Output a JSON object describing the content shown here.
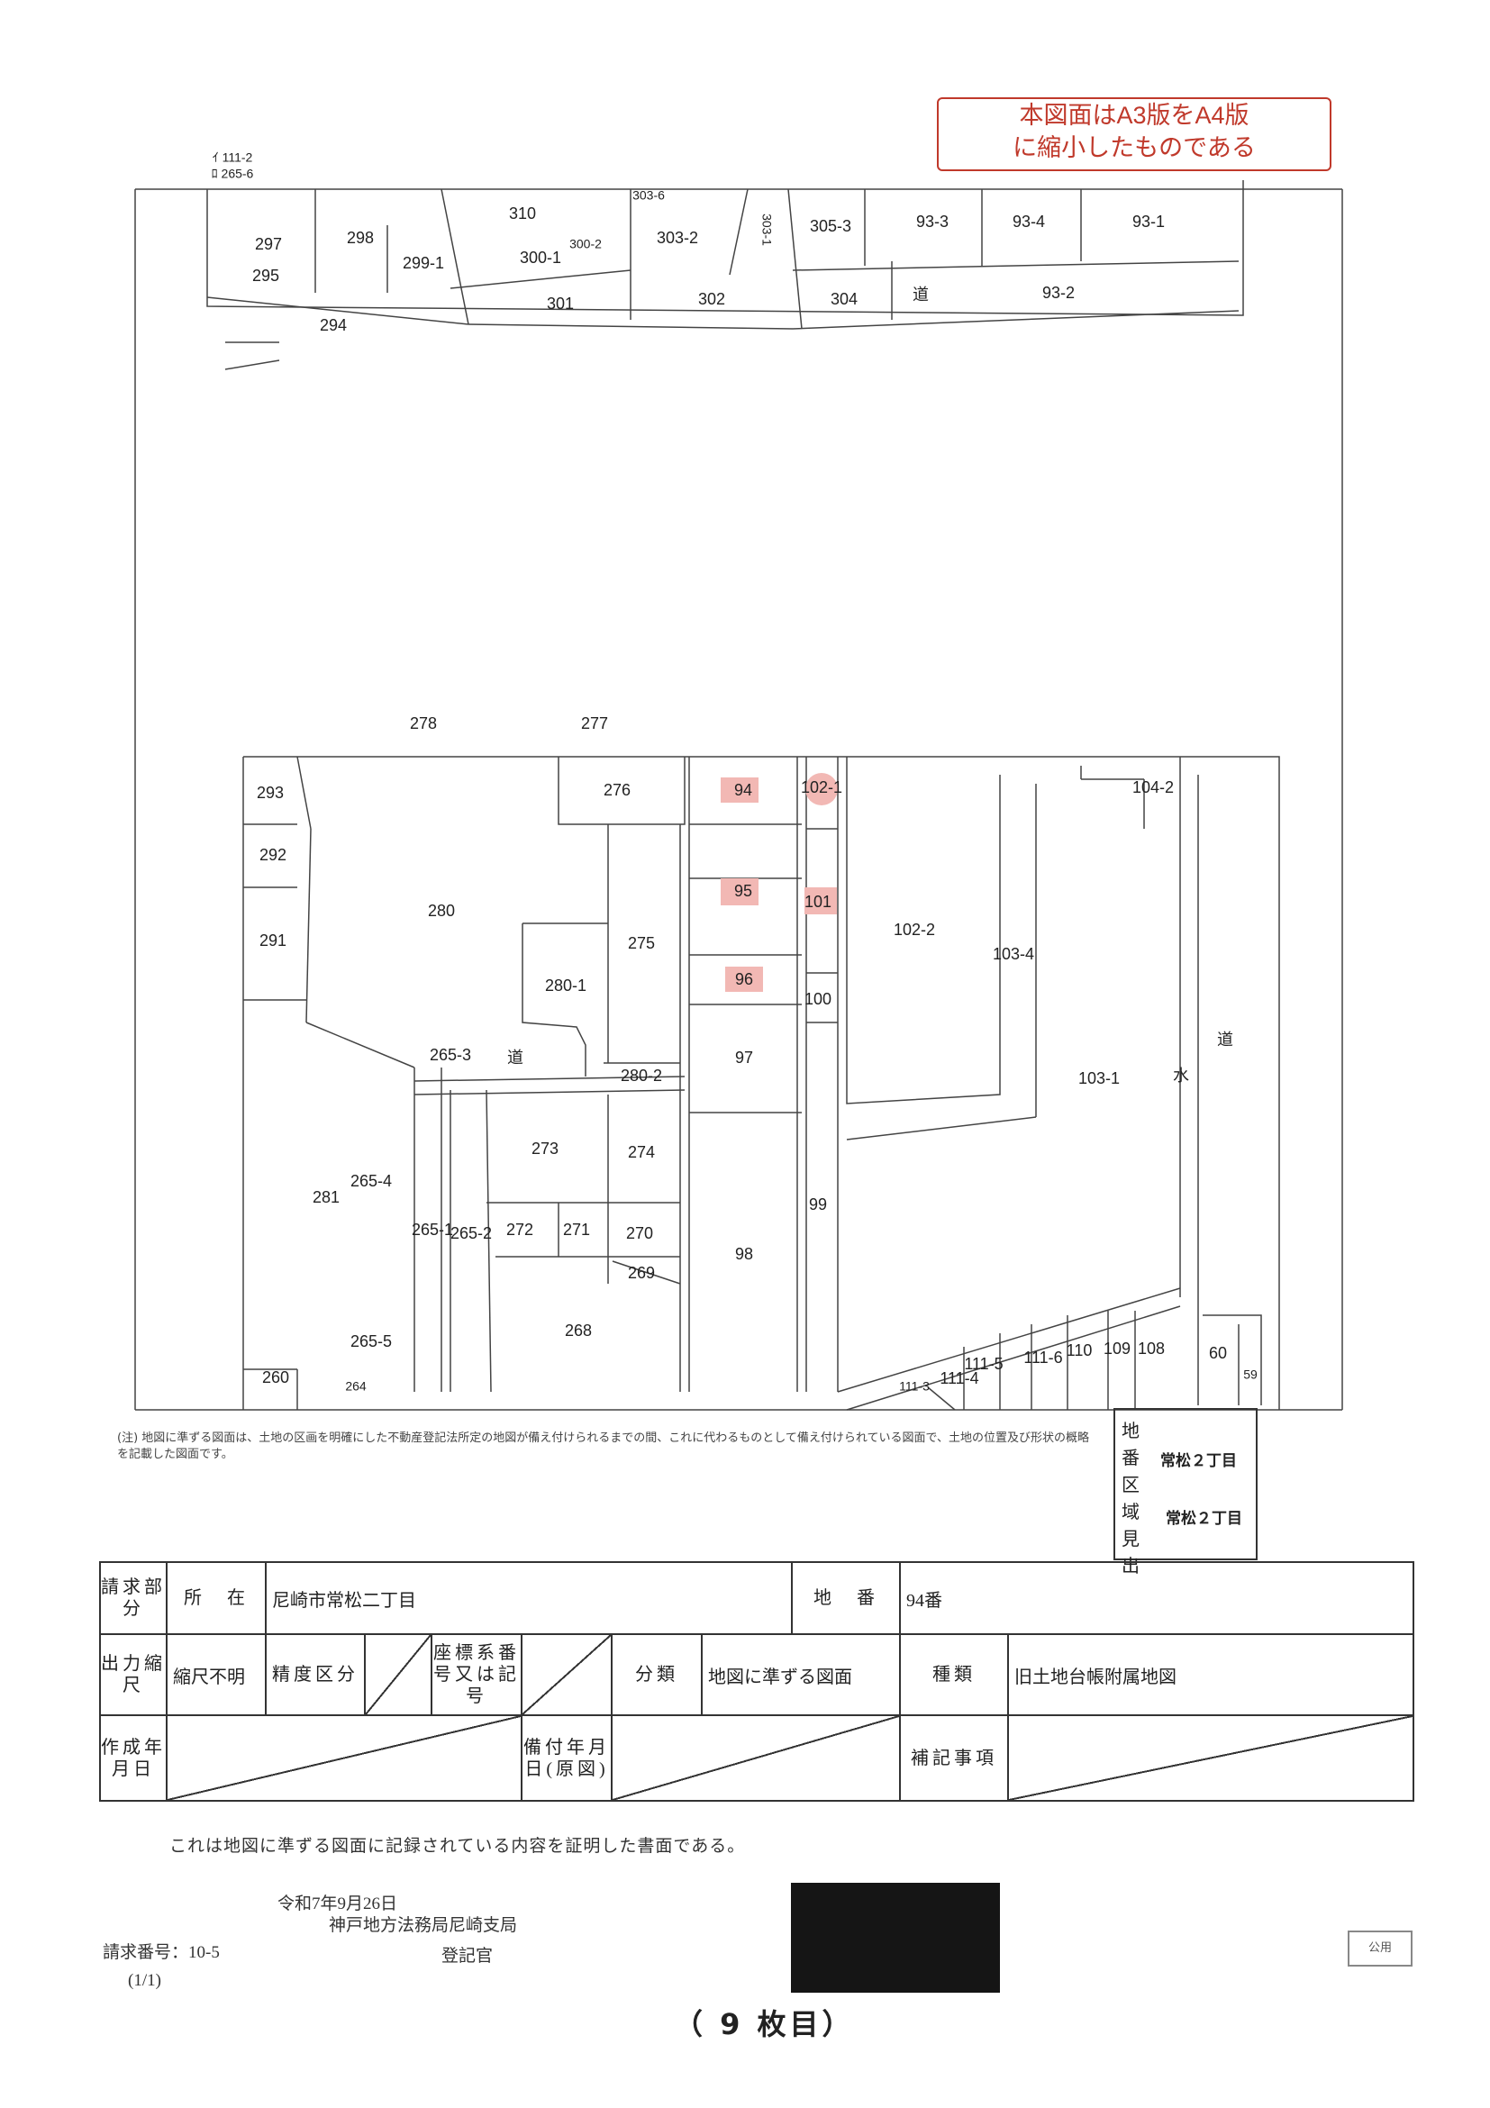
{
  "notice": {
    "line1": "本図面はA3版をA4版",
    "line2": "に縮小したものである"
  },
  "map_top": {
    "side_note_1": "ｲ  111-2",
    "side_note_2": "ﾛ  265-6",
    "parcels": [
      "297",
      "298",
      "299-1",
      "295",
      "294",
      "310",
      "303-6",
      "300-1",
      "300-2",
      "303-2",
      "303-1",
      "301",
      "302",
      "305-3",
      "304",
      "93-3",
      "93-4",
      "93-1",
      "93-2"
    ],
    "road_label": "道"
  },
  "map_main": {
    "top_labels": [
      "278",
      "277"
    ],
    "parcels": [
      "293",
      "292",
      "291",
      "280",
      "276",
      "275",
      "280-1",
      "280-2",
      "265-3",
      "273",
      "274",
      "272",
      "271",
      "270",
      "269",
      "281",
      "265-4",
      "265-1",
      "265-2",
      "268",
      "265-5",
      "260",
      "264",
      "94",
      "95",
      "96",
      "97",
      "98",
      "99",
      "100",
      "101",
      "102-1",
      "102-2",
      "103-4",
      "103-1",
      "104-2",
      "111-5",
      "111-6",
      "111-4",
      "110",
      "109",
      "108",
      "60",
      "59",
      "111-3"
    ],
    "highlighted": [
      "94",
      "95",
      "96",
      "101",
      "102-1"
    ],
    "road_labels": [
      "道",
      "道",
      "水"
    ],
    "highlight_color": "#f2b8b4"
  },
  "note_text": {
    "line1": "(注) 地図に準ずる図面は、土地の区画を明確にした不動産登記法所定の地図が備え付けられるまでの間、これに代わるものとして備え付けられている図面で、土地の位置及び形状の概略を記載した図面です。"
  },
  "legend": {
    "vertical_title": "地番区域見出",
    "area1": "常松２丁目",
    "area2": "常松２丁目"
  },
  "form": {
    "req_label": "請求部分",
    "location_label": "所　在",
    "location_value": "尼崎市常松二丁目",
    "lot_label": "地　番",
    "lot_value": "94番",
    "scale_label": "出力縮尺",
    "scale_value": "縮尺不明",
    "precision_label": "精度区分",
    "coord_label": "座標系番号又は記号",
    "class_label": "分類",
    "class_value": "地図に準ずる図面",
    "type_label": "種類",
    "type_value": "旧土地台帳附属地図",
    "created_label": "作成年月日",
    "filed_label": "備付年月日(原図)",
    "remarks_label": "補記事項"
  },
  "certification": "これは地図に準ずる図面に記録されている内容を証明した書面である。",
  "footer": {
    "date": "令和7年9月26日",
    "office": "神戸地方法務局尼崎支局",
    "registrar": "登記官",
    "request_no": "請求番号：10-5",
    "page_frac": "(1/1)",
    "stamp": "公用",
    "sheet": "（ 9 枚目）"
  }
}
